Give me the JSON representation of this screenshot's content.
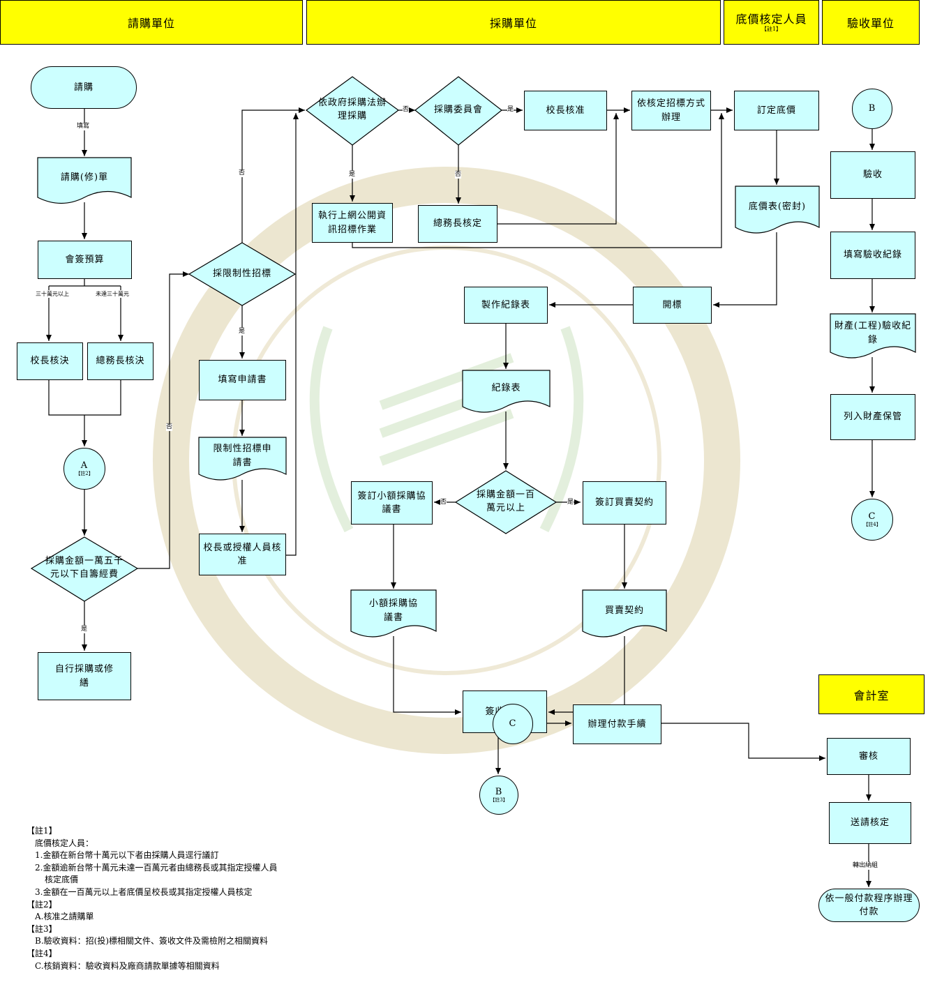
{
  "colors": {
    "header": "#ffff00",
    "node": "#ccffff",
    "line": "#000000",
    "watermark": "#e8e2cc"
  },
  "headers": {
    "requester": "請購單位",
    "procurement": "採購單位",
    "reserve_title": "底價核定人員",
    "reserve_note": "【註1】",
    "acceptance": "驗收單位",
    "accounting": "會計室"
  },
  "nodes": {
    "start": "請購",
    "req_form": "請購(修)單",
    "budget": "會簽預算",
    "principal_decide": "校長核決",
    "gm_decide": "總務長核決",
    "connector_a": "A",
    "connector_a_note": "【註2】",
    "amount_small": "採購金額一萬五千元以下自籌經費",
    "self_purchase": "自行採購或修繕",
    "restricted": "採限制性招標",
    "fill_app": "填寫申請書",
    "restricted_doc": "限制性招標申請書",
    "principal_auth": "校長或授權人員核准",
    "gov_law": "依政府採購法辦理採購",
    "committee": "採購委員會",
    "principal_approve": "校長核准",
    "by_method": "依核定招標方式辦理",
    "set_reserve": "訂定底價",
    "online_tender": "執行上網公開資訊招標作業",
    "gm_approve": "總務長核定",
    "reserve_doc": "底價表(密封)",
    "open_bid": "開標",
    "make_record": "製作紀錄表",
    "record_doc": "紀錄表",
    "amount_large": "採購金額一百萬元以上",
    "small_agreement": "簽訂小額採購協議書",
    "sign_contract": "簽訂買賣契約",
    "small_agreement_doc": "小額採購協議書",
    "contract_doc": "買賣契約",
    "sign_docs": "簽收文件",
    "connector_b_end": "B",
    "connector_b_end_note": "【註3】",
    "connector_b_start": "B",
    "accept": "驗收",
    "fill_accept": "填寫驗收紀錄",
    "accept_record": "財產(工程)驗收紀錄",
    "list_property": "列入財產保管",
    "connector_c_end": "C",
    "connector_c_end_note": "【註4】",
    "review": "審核",
    "submit_approve": "送請核定",
    "pay_general": "依一般付款程序辦理付款",
    "connector_c_start": "C",
    "payment_proc": "辦理付款手續"
  },
  "labels": {
    "fill": "填寫",
    "over_300k": "三十萬元以上",
    "under_300k": "未達三十萬元",
    "yes1": "是",
    "no1": "否",
    "no_left": "否",
    "yes_restricted": "是",
    "no_gov": "否",
    "yes_committee": "是",
    "yes_gov": "是",
    "no_committee": "否",
    "no_amount": "否",
    "yes_amount": "是",
    "transfer": "轉出納組"
  },
  "notes": [
    "【註1】",
    "底價核定人員：",
    "1.金額在新台幣十萬元以下者由採購人員逕行議訂",
    "2.金額逾新台幣十萬元未達一百萬元者由總務長或其指定授權人員",
    "核定底價",
    "3.金額在一百萬元以上者底價呈校長或其指定授權人員核定",
    "【註2】",
    "A.核准之請購單",
    "【註3】",
    "B.驗收資料：招(投)標相關文件、簽收文件及需檢附之相關資料",
    "【註4】",
    "C.核銷資料：驗收資料及廠商請款單據等相關資料"
  ]
}
